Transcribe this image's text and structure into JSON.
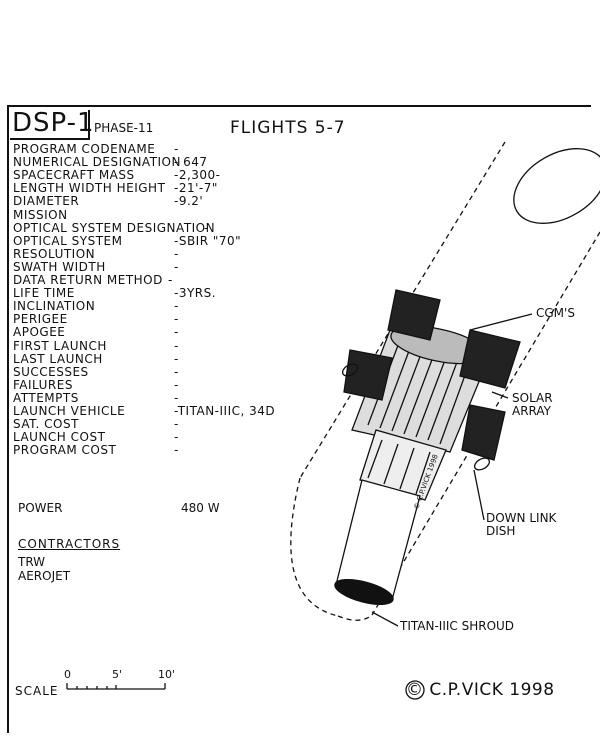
{
  "title": "DSP-1",
  "phase": "PHASE-11",
  "flights": "FLIGHTS 5-7",
  "specs": [
    {
      "label": "PROGRAM CODENAME",
      "value": "-"
    },
    {
      "label": "NUMERICAL DESIGNATION",
      "value": "-            647"
    },
    {
      "label": "SPACECRAFT MASS",
      "value": "-2,300-"
    },
    {
      "label": "LENGTH WIDTH HEIGHT",
      "value": "-21'-7\""
    },
    {
      "label": "DIAMETER",
      "value": "-9.2'"
    },
    {
      "label": "MISSION",
      "value": ""
    },
    {
      "label": "OPTICAL SYSTEM DESIGNATION",
      "value": "-"
    },
    {
      "label": "OPTICAL SYSTEM",
      "value": "-SBIR \"70\""
    },
    {
      "label": "RESOLUTION",
      "value": "-"
    },
    {
      "label": "SWATH WIDTH",
      "value": "-"
    },
    {
      "label": "DATA RETURN METHOD",
      "value": "-"
    },
    {
      "label": "LIFE TIME",
      "value": "-3YRS."
    },
    {
      "label": "INCLINATION",
      "value": "-"
    },
    {
      "label": "PERIGEE",
      "value": "-"
    },
    {
      "label": "APOGEE",
      "value": "-"
    },
    {
      "label": "FIRST LAUNCH",
      "value": "-"
    },
    {
      "label": "LAST LAUNCH",
      "value": "-"
    },
    {
      "label": "SUCCESSES",
      "value": "-"
    },
    {
      "label": "FAILURES",
      "value": "-"
    },
    {
      "label": "ATTEMPTS",
      "value": "-"
    },
    {
      "label": "LAUNCH VEHICLE",
      "value": "-TITAN-IIIC, 34D"
    },
    {
      "label": "SAT. COST",
      "value": "-"
    },
    {
      "label": "LAUNCH COST",
      "value": "-"
    },
    {
      "label": "PROGRAM COST",
      "value": "-"
    }
  ],
  "power": {
    "label": "POWER",
    "value": "480 W"
  },
  "contractors": {
    "heading": "CONTRACTORS",
    "names": [
      "TRW",
      "AEROJET"
    ]
  },
  "scale": {
    "label": "SCALE",
    "ticks": [
      "0",
      "5'",
      "10'"
    ]
  },
  "credit": "C.P.VICK 1998",
  "copyright_symbol": "©",
  "drawing_signature": "© C.P.VICK 1998",
  "callouts": {
    "cgms": "CGM'S",
    "solar": "SOLAR",
    "array": "ARRAY",
    "downlink": "DOWN LINK",
    "dish": "DISH",
    "shroud": "TITAN-IIIC SHROUD"
  }
}
